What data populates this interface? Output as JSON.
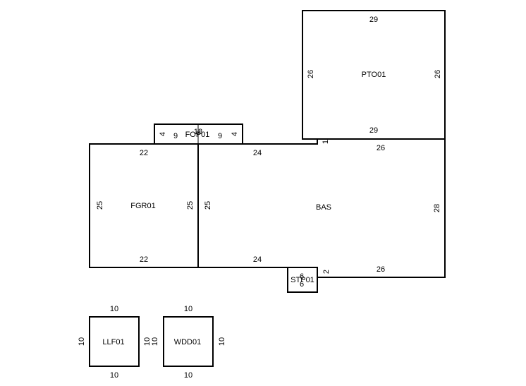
{
  "areas": {
    "pto": {
      "name": "PTO01",
      "top": "29",
      "bottom": "29",
      "left": "26",
      "right": "26"
    },
    "fop": {
      "name": "FOP01",
      "left": "4",
      "right": "4",
      "inner_a": "9",
      "inner_b": "9",
      "top": "18"
    },
    "fgr": {
      "name": "FGR01",
      "top": "22",
      "bottom": "22",
      "left": "25",
      "right": "25"
    },
    "bas": {
      "name": "BAS",
      "top": "24",
      "top_right": "26",
      "bottom": "24",
      "bottom_right": "26",
      "left": "25",
      "right": "28",
      "notch_top": "1",
      "notch_bottom": "2"
    },
    "stp": {
      "name": "STP01",
      "top": "6",
      "bottom": "6"
    },
    "llf": {
      "name": "LLF01",
      "top": "10",
      "bottom": "10",
      "left": "10",
      "right": "10"
    },
    "wdd": {
      "name": "WDD01",
      "top": "10",
      "bottom": "10",
      "left": "10",
      "right": "10"
    }
  }
}
